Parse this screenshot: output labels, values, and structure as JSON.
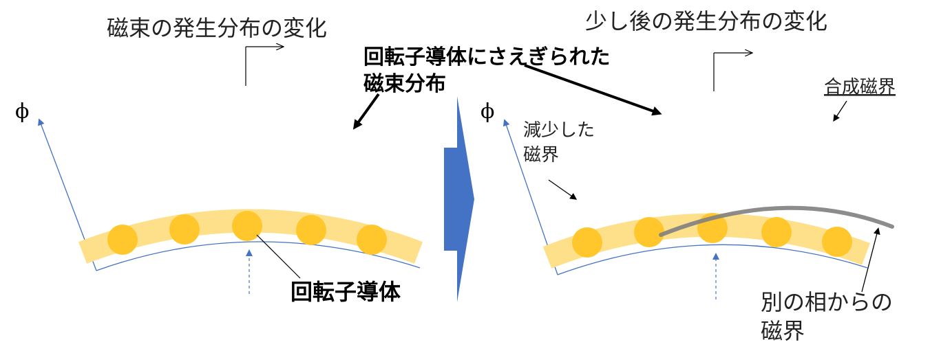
{
  "left_panel": {
    "title": "磁束の発生分布の変化",
    "axis_symbol": "ϕ",
    "rotor_label": "回転子導体",
    "conductor_count": 5
  },
  "center_annotation": {
    "line1": "回転子導体にさえぎられた",
    "line2": "磁束分布"
  },
  "right_panel": {
    "title": "少し後の発生分布の変化",
    "axis_symbol": "ϕ",
    "decreased_label_line1": "減少した",
    "decreased_label_line2": "磁界",
    "combined_label": "合成磁界",
    "other_phase_line1": "別の相からの",
    "other_phase_line2": "磁界",
    "conductor_count": 5
  },
  "colors": {
    "band": "#FFE08A",
    "conductor": "#FFC72C",
    "axis": "#4472C4",
    "transition_arrow": "#4472C4",
    "combined_field": "#7F7F7F"
  }
}
